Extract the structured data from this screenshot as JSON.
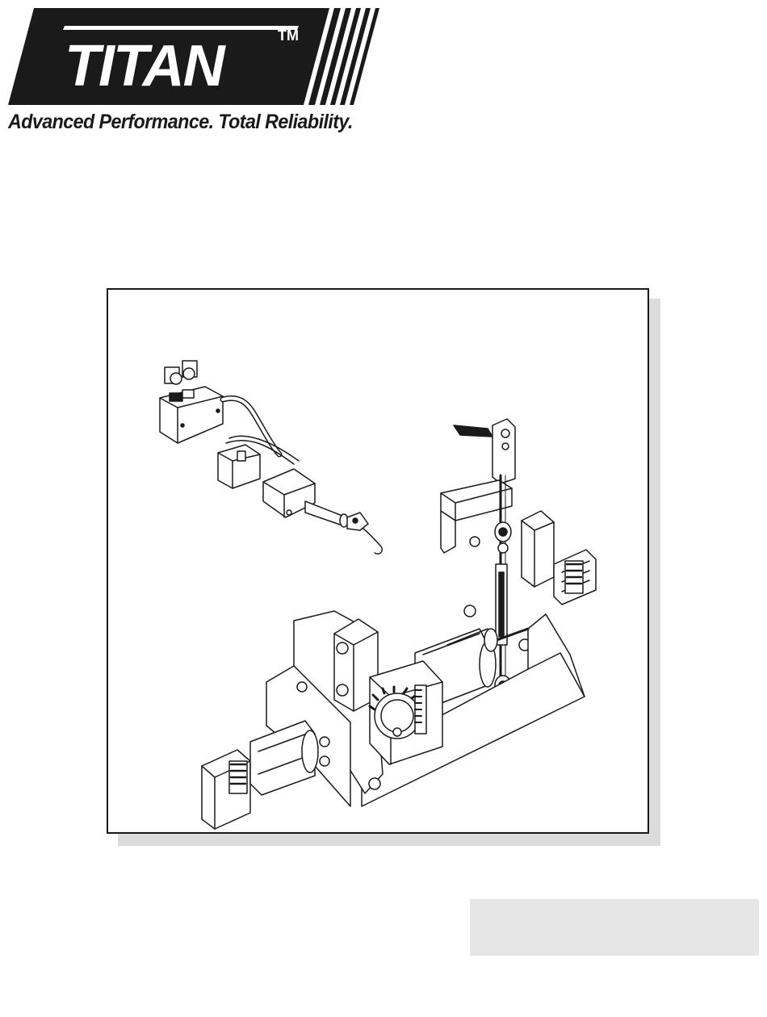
{
  "brand": {
    "logo_text": "TITAN",
    "trademark": "TM",
    "tagline": "Advanced Performance. Total Reliability.",
    "logo_color": "#1a1a1a"
  },
  "figure": {
    "description_icon": "spray-gun-mount-assembly-illustration",
    "line_color": "#1a1a1a",
    "shadow_color": "#dcdcdc"
  },
  "footer": {
    "box_color": "#e6e6e6"
  }
}
